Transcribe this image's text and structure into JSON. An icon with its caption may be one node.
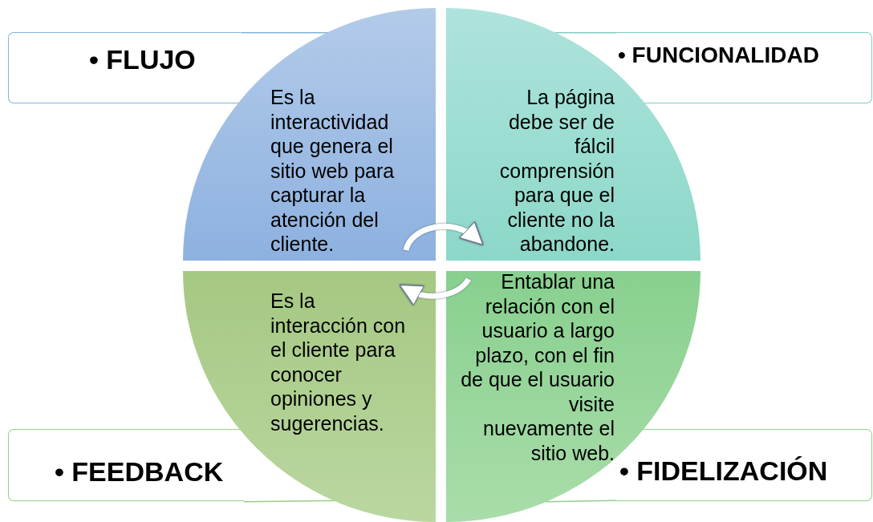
{
  "diagram": {
    "nodes": [
      {
        "text": [
          "• FLUJO"
        ]
      },
      {
        "text": [
          "Es la interactividad que genera el sitio web para capturar la atención del cliente."
        ]
      },
      {
        "text": [
          "• FUNCIONALIDAD"
        ]
      },
      {
        "text": [
          "La página debe ser de fálcil comprensión para que el cliente no la abandone."
        ]
      },
      {
        "text": [
          "• FEEDBACK"
        ]
      },
      {
        "text": [
          "Es la interacción con el cliente para conocer opiniones y sugerencias."
        ]
      },
      {
        "text": [
          "• FIDELIZACIÓN"
        ]
      },
      {
        "text": [
          "Entablar una relación con el usuario a largo plazo, con el fin de que el usuario visite nuevamente el sitio web."
        ]
      }
    ],
    "edges": [
      {
        "from": 1,
        "to": 3,
        "arrow": "to"
      },
      {
        "from": 7,
        "to": 5,
        "arrow": "to"
      }
    ]
  }
}
